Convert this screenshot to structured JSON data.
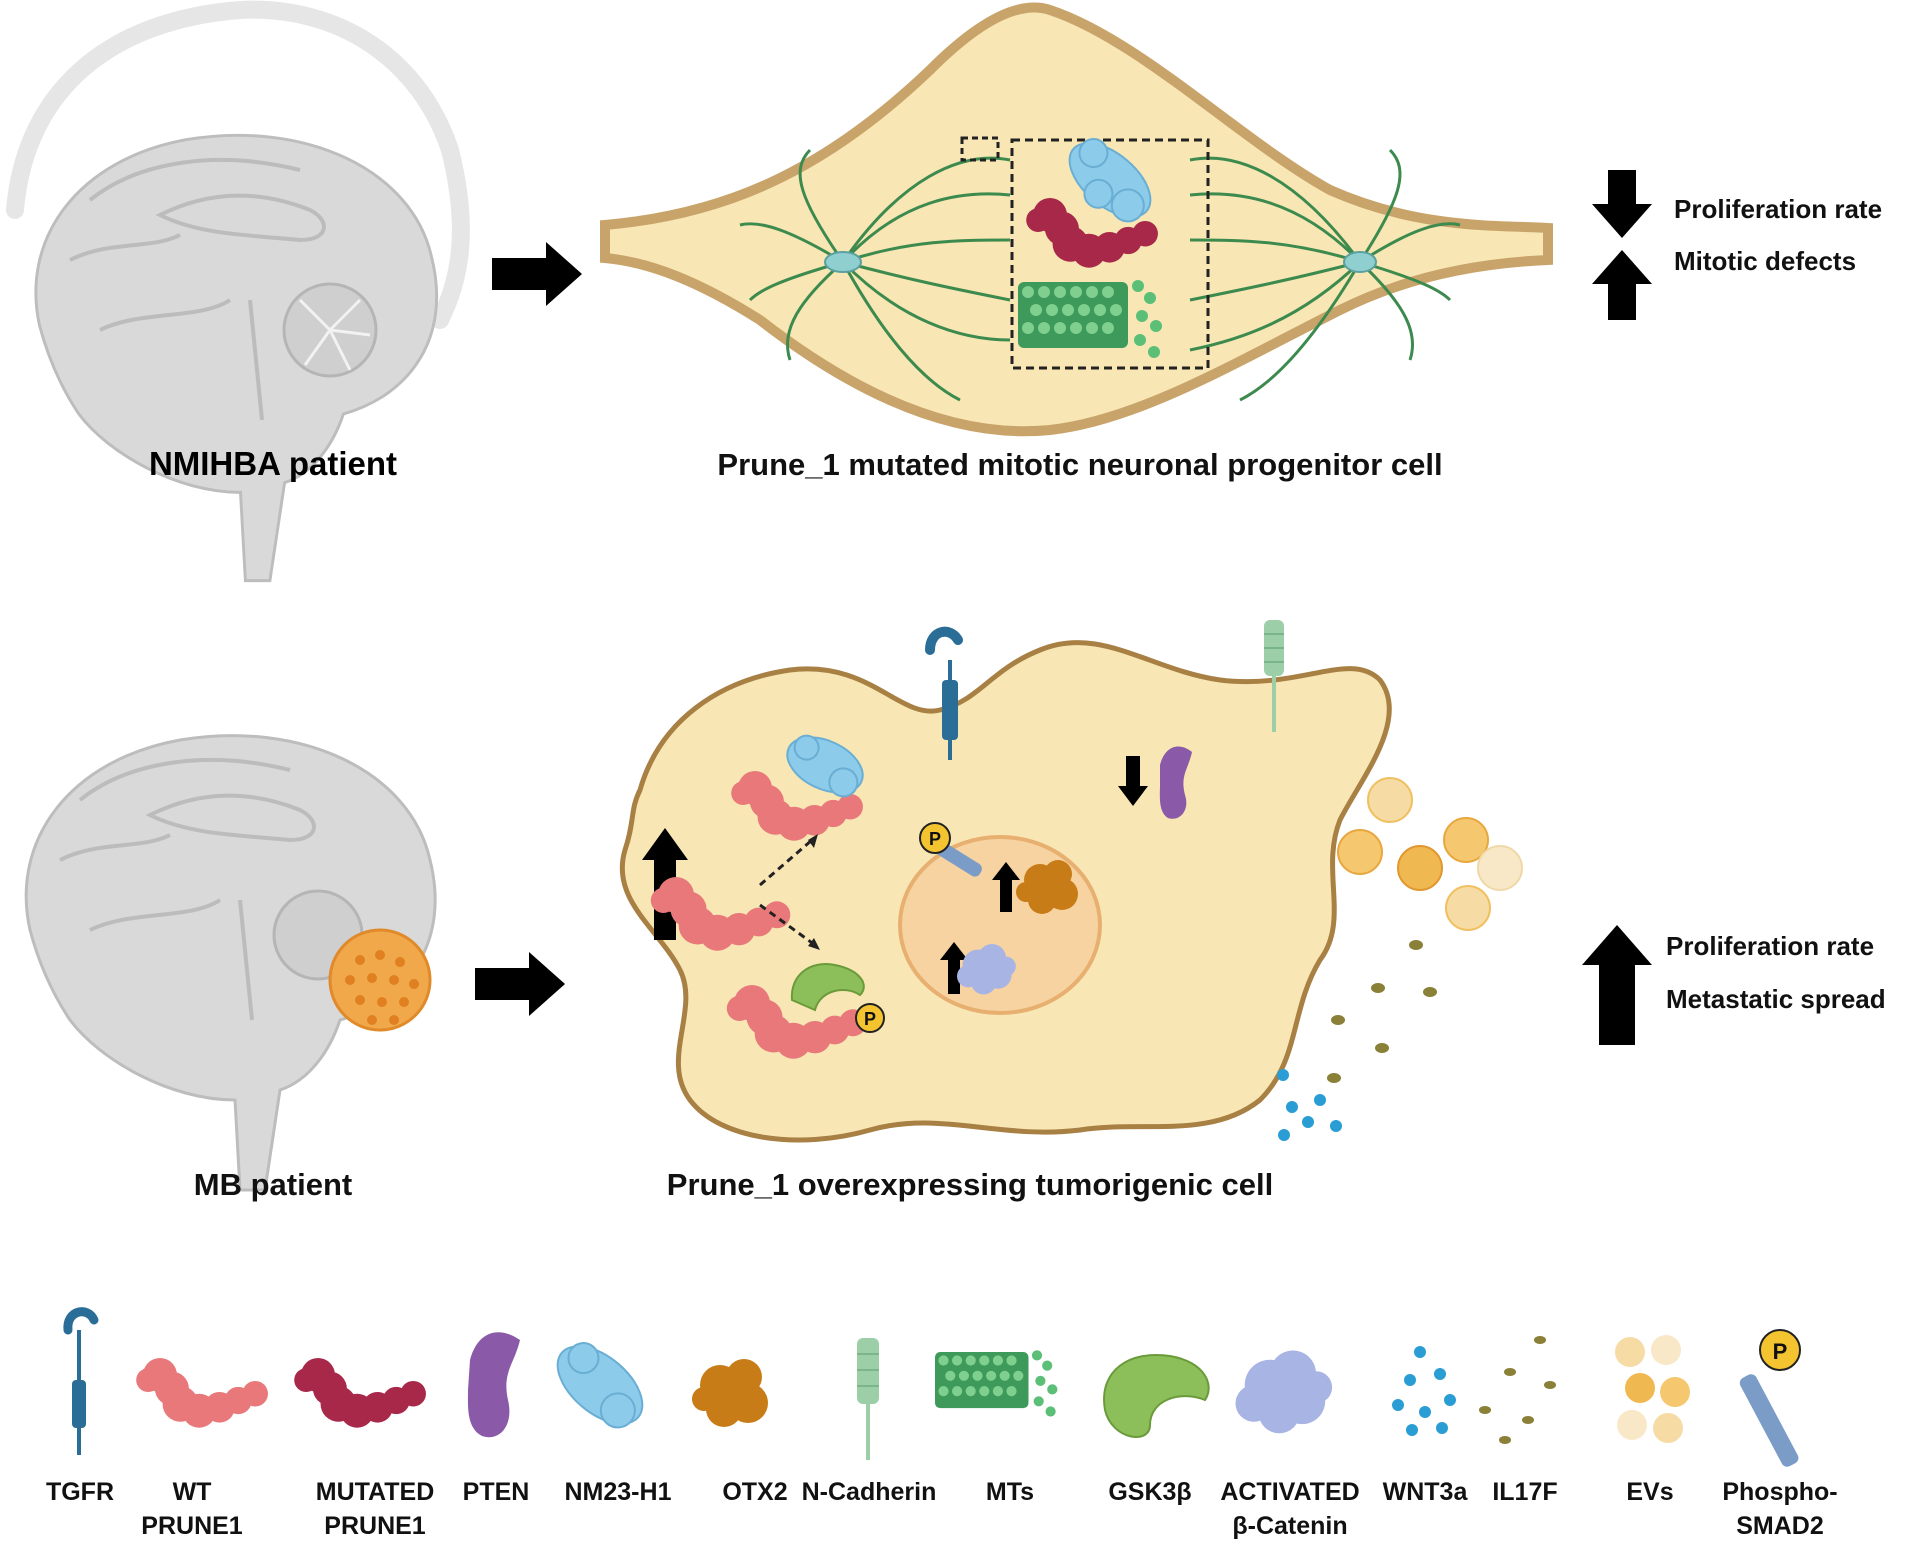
{
  "top_row": {
    "patient_label": "NMIHBA patient",
    "cell_label": "Prune_1 mutated mitotic neuronal progenitor cell",
    "effects": [
      "Proliferation rate",
      "Mitotic defects"
    ]
  },
  "bottom_row": {
    "patient_label": "MB patient",
    "cell_label": "Prune_1 overexpressing tumorigenic cell",
    "effects": [
      "Proliferation rate",
      "Metastatic spread"
    ]
  },
  "legend": [
    {
      "name": "tgfr",
      "lines": [
        "TGFR"
      ]
    },
    {
      "name": "wt-prune1",
      "lines": [
        "WT",
        "PRUNE1"
      ]
    },
    {
      "name": "mutated-prune1",
      "lines": [
        "MUTATED",
        "PRUNE1"
      ]
    },
    {
      "name": "pten",
      "lines": [
        "PTEN"
      ]
    },
    {
      "name": "nm23-h1",
      "lines": [
        "NM23-H1"
      ]
    },
    {
      "name": "otx2",
      "lines": [
        "OTX2"
      ]
    },
    {
      "name": "n-cadherin",
      "lines": [
        "N-Cadherin"
      ]
    },
    {
      "name": "mts",
      "lines": [
        "MTs"
      ]
    },
    {
      "name": "gsk3b",
      "lines": [
        "GSK3β"
      ]
    },
    {
      "name": "activated-b-catenin",
      "lines": [
        "ACTIVATED",
        "β-Catenin"
      ]
    },
    {
      "name": "wnt3a",
      "lines": [
        "WNT3a"
      ]
    },
    {
      "name": "il17f",
      "lines": [
        "IL17F"
      ]
    },
    {
      "name": "evs",
      "lines": [
        "EVs"
      ]
    },
    {
      "name": "phospho-smad2",
      "lines": [
        "Phospho-",
        "SMAD2"
      ]
    }
  ],
  "phospho_symbol": "P",
  "colors": {
    "cell_fill": "#f8e7b4",
    "cell_border": "#c9a46a",
    "wt_prune1": "#e8787a",
    "mutated_prune1": "#a8284a",
    "pten": "#8a5aa8",
    "nm23": "#8ccbea",
    "otx2": "#c87c18",
    "n_cadherin": "#9ccfa8",
    "microtubule": "#3d9a5a",
    "gsk3b": "#8cbf5a",
    "b_catenin": "#a8b4e4",
    "wnt3a": "#2a9ed4",
    "il17f": "#8a8038",
    "evs": "#f0c060",
    "smad2": "#7c9cc8",
    "tgfr": "#2a6e98",
    "tumor": "#f0a84a",
    "brain": "#d7d7d7"
  }
}
